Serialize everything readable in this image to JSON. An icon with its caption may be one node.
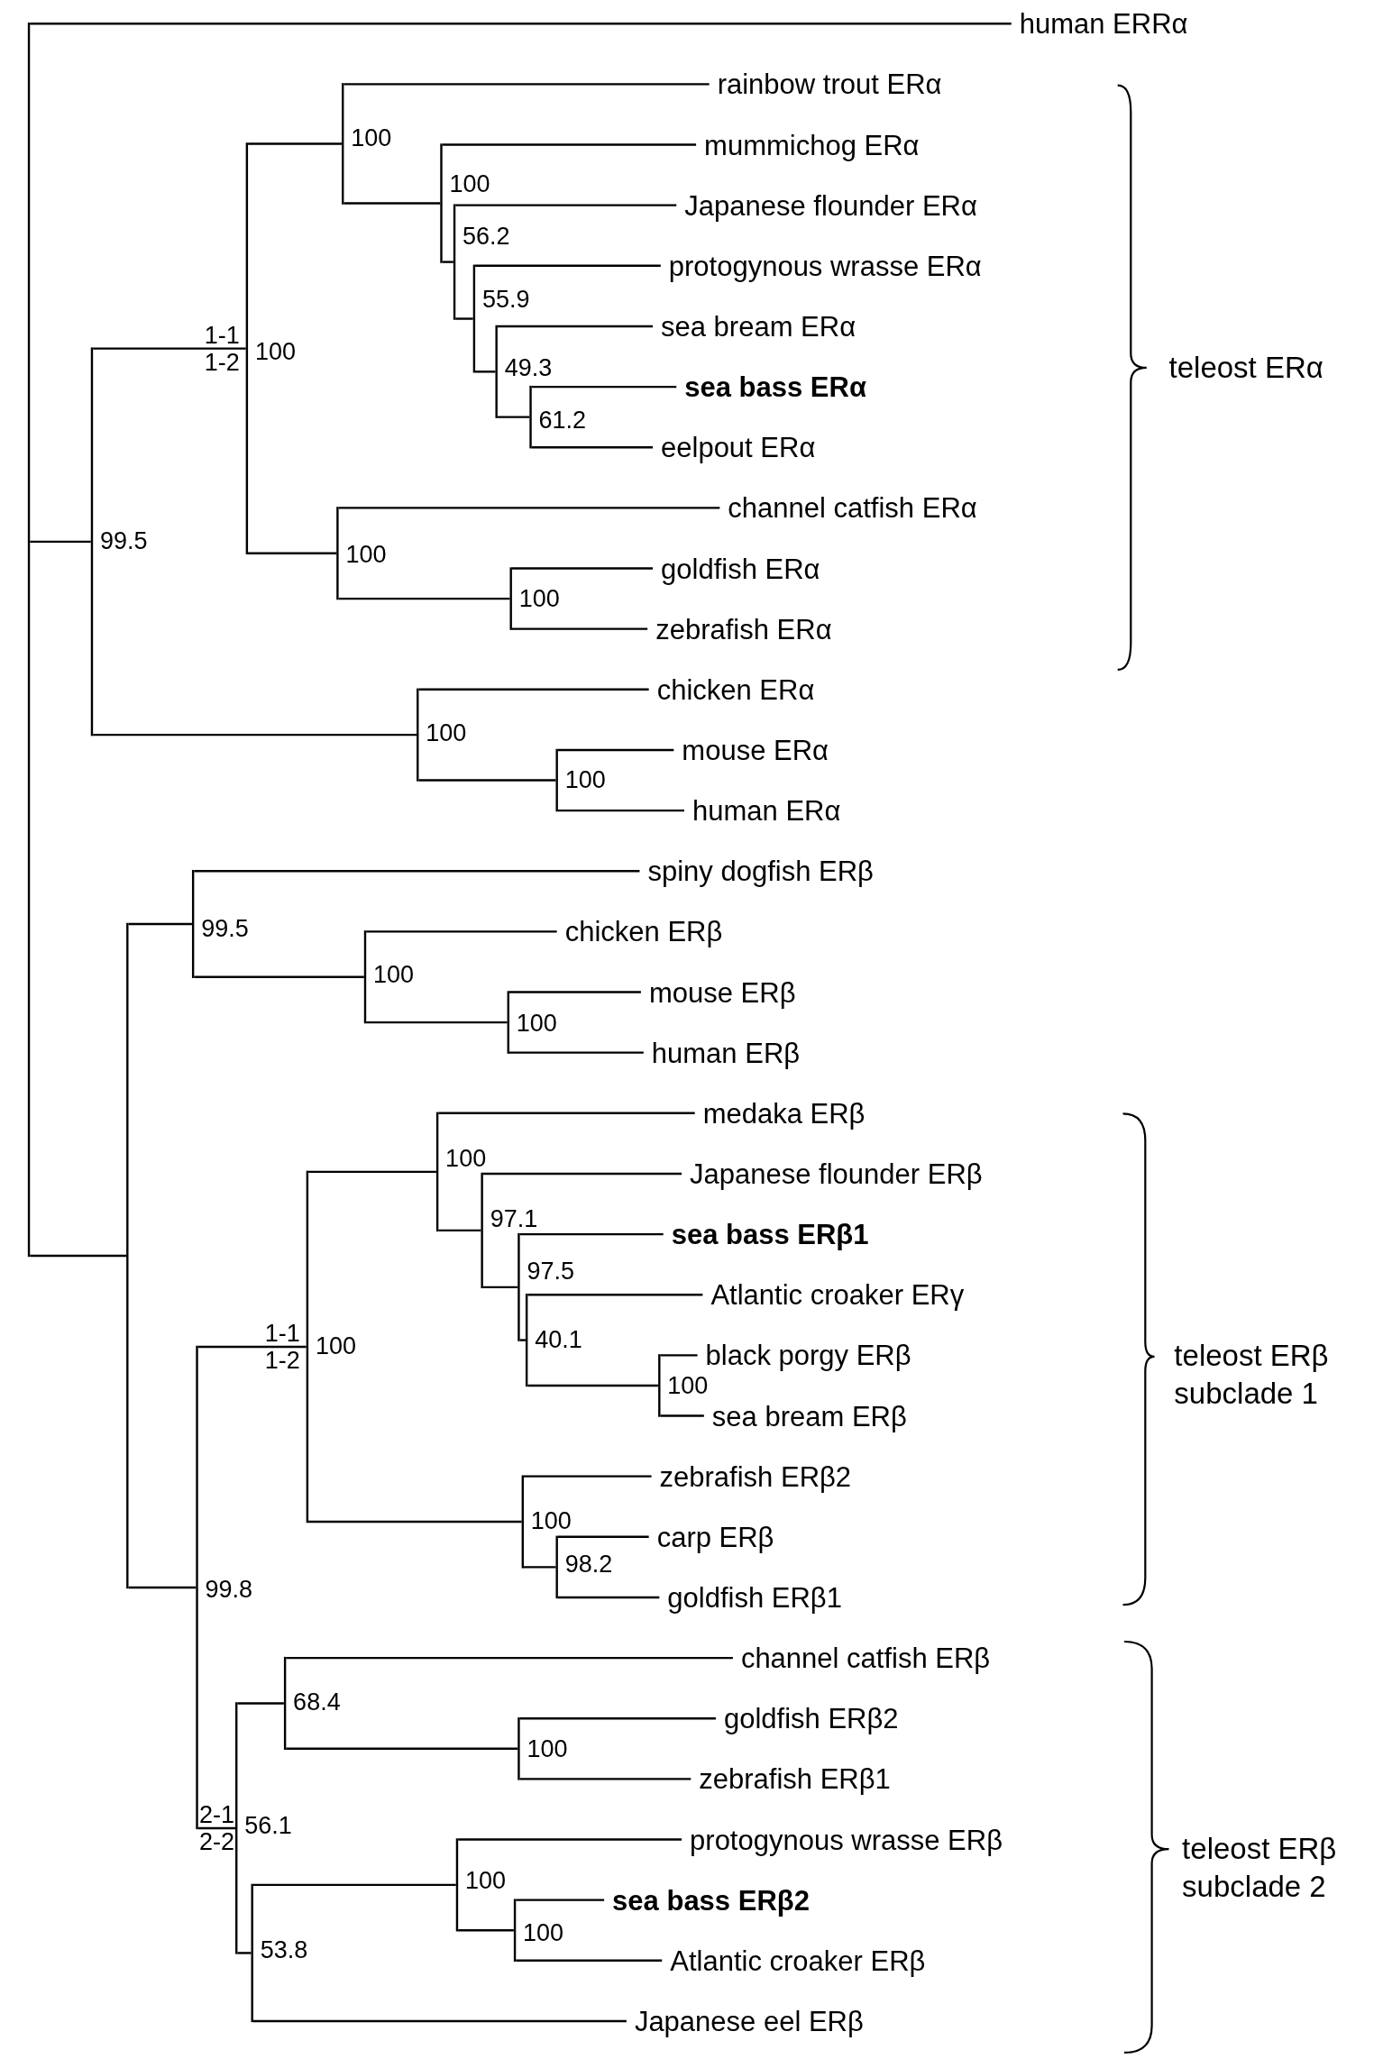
{
  "diagram": {
    "nodes": [
      {
        "text": [],
        "shape": "bar"
      },
      {
        "text": [
          "human ERRα"
        ]
      },
      {
        "text": [],
        "shape": "bar",
        "beside": [
          "99.5"
        ]
      },
      {
        "text": [],
        "shape": "bar",
        "beside": [
          "100"
        ]
      },
      {
        "text": [],
        "shape": "bar",
        "beside": [
          "100"
        ]
      },
      {
        "text": [
          "rainbow trout ERα"
        ]
      },
      {
        "text": [],
        "shape": "bar",
        "beside": [
          "100"
        ]
      },
      {
        "text": [
          "mummichog ERα"
        ]
      },
      {
        "text": [],
        "shape": "bar",
        "beside": [
          "56.2"
        ]
      },
      {
        "text": [
          "Japanese flounder ERα"
        ]
      },
      {
        "text": [],
        "shape": "bar",
        "beside": [
          "55.9"
        ]
      },
      {
        "text": [
          "protogynous wrasse ERα"
        ]
      },
      {
        "text": [],
        "shape": "bar",
        "beside": [
          "49.3"
        ]
      },
      {
        "text": [
          "sea bream ERα"
        ]
      },
      {
        "text": [],
        "shape": "bar",
        "beside": [
          "61.2"
        ]
      },
      {
        "text": [
          "sea bass ERα"
        ]
      },
      {
        "text": [
          "eelpout ERα"
        ]
      },
      {
        "text": [],
        "shape": "bar",
        "beside": [
          "100"
        ]
      },
      {
        "text": [
          "channel catfish ERα"
        ]
      },
      {
        "text": [],
        "shape": "bar",
        "beside": [
          "100"
        ]
      },
      {
        "text": [
          "goldfish ERα"
        ]
      },
      {
        "text": [
          "zebrafish ERα"
        ]
      },
      {
        "text": [],
        "shape": "bar",
        "beside": [
          "100"
        ]
      },
      {
        "text": [
          "chicken ERα"
        ]
      },
      {
        "text": [],
        "shape": "bar",
        "beside": [
          "100"
        ]
      },
      {
        "text": [
          "mouse ERα"
        ]
      },
      {
        "text": [
          "human ERα"
        ]
      },
      {
        "text": [],
        "shape": "bar"
      },
      {
        "text": [],
        "shape": "bar",
        "beside": [
          "99.5"
        ]
      },
      {
        "text": [
          "spiny dogfish ERβ"
        ]
      },
      {
        "text": [],
        "shape": "bar",
        "beside": [
          "100"
        ]
      },
      {
        "text": [
          "chicken ERβ"
        ]
      },
      {
        "text": [],
        "shape": "bar",
        "beside": [
          "100"
        ]
      },
      {
        "text": [
          "mouse ERβ"
        ]
      },
      {
        "text": [
          "human ERβ"
        ]
      },
      {
        "text": [],
        "shape": "bar",
        "beside": [
          "99.8"
        ]
      },
      {
        "text": [],
        "shape": "bar",
        "beside": [
          "100"
        ]
      },
      {
        "text": [],
        "shape": "bar",
        "beside": [
          "100"
        ]
      },
      {
        "text": [
          "medaka ERβ"
        ]
      },
      {
        "text": [],
        "shape": "bar",
        "beside": [
          "97.1"
        ]
      },
      {
        "text": [
          "Japanese flounder ERβ"
        ]
      },
      {
        "text": [],
        "shape": "bar",
        "beside": [
          "97.5"
        ]
      },
      {
        "text": [
          "sea bass ERβ1"
        ]
      },
      {
        "text": [],
        "shape": "bar",
        "beside": [
          "40.1"
        ]
      },
      {
        "text": [
          "Atlantic croaker ERγ"
        ]
      },
      {
        "text": [],
        "shape": "bar",
        "beside": [
          "100"
        ]
      },
      {
        "text": [
          "black porgy ERβ"
        ]
      },
      {
        "text": [
          "sea bream ERβ"
        ]
      },
      {
        "text": [],
        "shape": "bar",
        "beside": [
          "100"
        ]
      },
      {
        "text": [
          "zebrafish ERβ2"
        ]
      },
      {
        "text": [],
        "shape": "bar",
        "beside": [
          "98.2"
        ]
      },
      {
        "text": [
          "carp ERβ"
        ]
      },
      {
        "text": [
          "goldfish ERβ1"
        ]
      },
      {
        "text": [],
        "shape": "bar",
        "beside": [
          "56.1"
        ]
      },
      {
        "text": [],
        "shape": "bar",
        "beside": [
          "68.4"
        ]
      },
      {
        "text": [
          "channel catfish ERβ"
        ]
      },
      {
        "text": [],
        "shape": "bar",
        "beside": [
          "100"
        ]
      },
      {
        "text": [
          "goldfish ERβ2"
        ]
      },
      {
        "text": [
          "zebrafish ERβ1"
        ]
      },
      {
        "text": [],
        "shape": "bar",
        "beside": [
          "53.8"
        ]
      },
      {
        "text": [],
        "shape": "bar",
        "beside": [
          "100"
        ]
      },
      {
        "text": [
          "protogynous wrasse ERβ"
        ]
      },
      {
        "text": [],
        "shape": "bar",
        "beside": [
          "100"
        ]
      },
      {
        "text": [
          "sea bass ERβ2"
        ]
      },
      {
        "text": [
          "Atlantic croaker ERβ"
        ]
      },
      {
        "text": [
          "Japanese eel ERβ"
        ]
      }
    ],
    "edges": [
      {
        "from": 0,
        "to": 1,
        "arrow": "none"
      },
      {
        "from": 0,
        "to": 2,
        "arrow": "none"
      },
      {
        "from": 2,
        "to": 3,
        "arrow": "none",
        "label": "1-1 1-2"
      },
      {
        "from": 3,
        "to": 4,
        "arrow": "none"
      },
      {
        "from": 4,
        "to": 5,
        "arrow": "none"
      },
      {
        "from": 4,
        "to": 6,
        "arrow": "none"
      },
      {
        "from": 6,
        "to": 7,
        "arrow": "none"
      },
      {
        "from": 6,
        "to": 8,
        "arrow": "none"
      },
      {
        "from": 8,
        "to": 9,
        "arrow": "none"
      },
      {
        "from": 8,
        "to": 10,
        "arrow": "none"
      },
      {
        "from": 10,
        "to": 11,
        "arrow": "none"
      },
      {
        "from": 10,
        "to": 12,
        "arrow": "none"
      },
      {
        "from": 12,
        "to": 13,
        "arrow": "none"
      },
      {
        "from": 12,
        "to": 14,
        "arrow": "none"
      },
      {
        "from": 14,
        "to": 15,
        "arrow": "none"
      },
      {
        "from": 14,
        "to": 16,
        "arrow": "none"
      },
      {
        "from": 3,
        "to": 17,
        "arrow": "none"
      },
      {
        "from": 17,
        "to": 18,
        "arrow": "none"
      },
      {
        "from": 17,
        "to": 19,
        "arrow": "none"
      },
      {
        "from": 19,
        "to": 20,
        "arrow": "none"
      },
      {
        "from": 19,
        "to": 21,
        "arrow": "none"
      },
      {
        "from": 2,
        "to": 22,
        "arrow": "none"
      },
      {
        "from": 22,
        "to": 23,
        "arrow": "none"
      },
      {
        "from": 22,
        "to": 24,
        "arrow": "none"
      },
      {
        "from": 24,
        "to": 25,
        "arrow": "none"
      },
      {
        "from": 24,
        "to": 26,
        "arrow": "none"
      },
      {
        "from": 0,
        "to": 27,
        "arrow": "none"
      },
      {
        "from": 27,
        "to": 28,
        "arrow": "none"
      },
      {
        "from": 28,
        "to": 29,
        "arrow": "none"
      },
      {
        "from": 28,
        "to": 30,
        "arrow": "none"
      },
      {
        "from": 30,
        "to": 31,
        "arrow": "none"
      },
      {
        "from": 30,
        "to": 32,
        "arrow": "none"
      },
      {
        "from": 32,
        "to": 33,
        "arrow": "none"
      },
      {
        "from": 32,
        "to": 34,
        "arrow": "none"
      },
      {
        "from": 27,
        "to": 35,
        "arrow": "none"
      },
      {
        "from": 35,
        "to": 36,
        "arrow": "none",
        "label": "1-1 1-2"
      },
      {
        "from": 36,
        "to": 37,
        "arrow": "none"
      },
      {
        "from": 37,
        "to": 38,
        "arrow": "none"
      },
      {
        "from": 37,
        "to": 39,
        "arrow": "none"
      },
      {
        "from": 39,
        "to": 40,
        "arrow": "none"
      },
      {
        "from": 39,
        "to": 41,
        "arrow": "none"
      },
      {
        "from": 41,
        "to": 42,
        "arrow": "none"
      },
      {
        "from": 41,
        "to": 43,
        "arrow": "none"
      },
      {
        "from": 43,
        "to": 44,
        "arrow": "none"
      },
      {
        "from": 43,
        "to": 45,
        "arrow": "none"
      },
      {
        "from": 45,
        "to": 46,
        "arrow": "none"
      },
      {
        "from": 45,
        "to": 47,
        "arrow": "none"
      },
      {
        "from": 36,
        "to": 48,
        "arrow": "none"
      },
      {
        "from": 48,
        "to": 49,
        "arrow": "none"
      },
      {
        "from": 48,
        "to": 50,
        "arrow": "none"
      },
      {
        "from": 50,
        "to": 51,
        "arrow": "none"
      },
      {
        "from": 50,
        "to": 52,
        "arrow": "none"
      },
      {
        "from": 35,
        "to": 53,
        "arrow": "none",
        "label": "2-1 2-2"
      },
      {
        "from": 53,
        "to": 54,
        "arrow": "none"
      },
      {
        "from": 54,
        "to": 55,
        "arrow": "none"
      },
      {
        "from": 54,
        "to": 56,
        "arrow": "none"
      },
      {
        "from": 56,
        "to": 57,
        "arrow": "none"
      },
      {
        "from": 56,
        "to": 58,
        "arrow": "none"
      },
      {
        "from": 53,
        "to": 59,
        "arrow": "none"
      },
      {
        "from": 59,
        "to": 60,
        "arrow": "none"
      },
      {
        "from": 60,
        "to": 61,
        "arrow": "none"
      },
      {
        "from": 60,
        "to": 62,
        "arrow": "none"
      },
      {
        "from": 62,
        "to": 63,
        "arrow": "none"
      },
      {
        "from": 62,
        "to": 64,
        "arrow": "none"
      },
      {
        "from": 59,
        "to": 65,
        "arrow": "none"
      }
    ],
    "labels": [
      "teleost ERα",
      "teleost ERβ subclade 1",
      "teleost ERβ subclade 2"
    ]
  }
}
